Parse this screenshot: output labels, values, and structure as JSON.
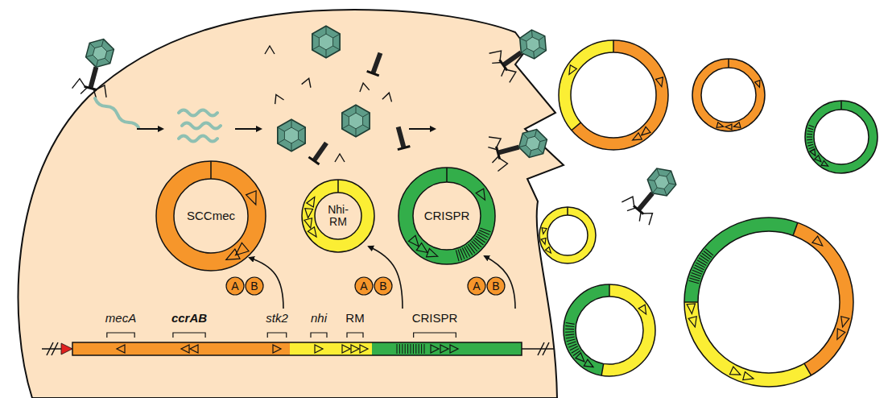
{
  "diagram": {
    "nodes": [
      {
        "text": [
          "SCCmec"
        ]
      },
      {
        "text": [
          "Nhi- RM"
        ]
      },
      {
        "text": [
          "CRISPR"
        ]
      },
      {
        "text": [
          "A"
        ]
      },
      {
        "text": [
          "B"
        ]
      },
      {
        "text": [
          "A"
        ]
      },
      {
        "text": [
          "B"
        ]
      },
      {
        "text": [
          "A"
        ]
      },
      {
        "text": [
          "B"
        ]
      }
    ],
    "labels": [
      "mecA",
      "ccrAB",
      "stk2",
      "nhi",
      "RM",
      "CRISPR"
    ]
  }
}
